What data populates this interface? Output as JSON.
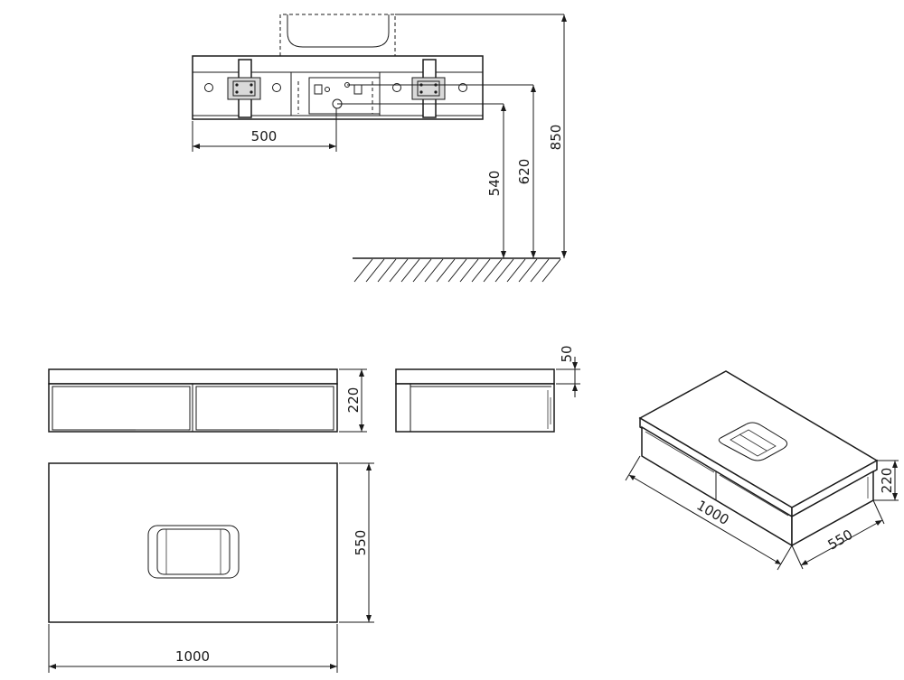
{
  "dimensions": {
    "front_elevation_half_width": "500",
    "drain_height": "540",
    "supply_height": "620",
    "total_height": "850",
    "cabinet_height": "220",
    "top_thickness": "50",
    "plan_depth": "550",
    "plan_width": "1000",
    "iso_width": "1000",
    "iso_depth": "550",
    "iso_height": "220"
  }
}
